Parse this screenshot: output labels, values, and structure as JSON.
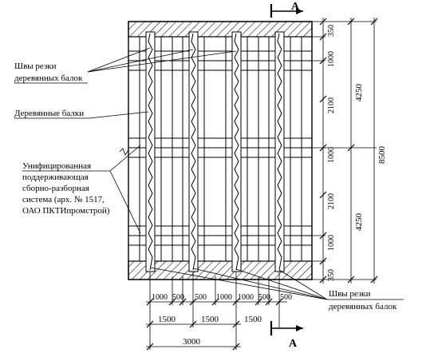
{
  "labels": {
    "cut_seams_top": [
      "Швы резки",
      "деревянных балок"
    ],
    "wooden_beams": "Деревянные балки",
    "support_system": [
      "Унифицированная",
      "поддерживающая",
      "сборно-разборная",
      "система (арх. № 1517,",
      "ОАО ПКТИпромстрой)"
    ],
    "cut_seams_bottom": [
      "Швы резки",
      "деревянных балок"
    ],
    "section_mark": "А"
  },
  "dimensions": {
    "right_inner": [
      "350",
      "1000",
      "2100",
      "1000",
      "2100",
      "1000",
      "350"
    ],
    "right_middle": [
      "4250",
      "4250"
    ],
    "right_outer": "8500",
    "bottom_row1": [
      "1000",
      "500",
      "500",
      "1000",
      "1000",
      "500",
      "500"
    ],
    "bottom_row2": [
      "1500",
      "1500",
      "1500"
    ],
    "bottom_row3": "3000"
  }
}
